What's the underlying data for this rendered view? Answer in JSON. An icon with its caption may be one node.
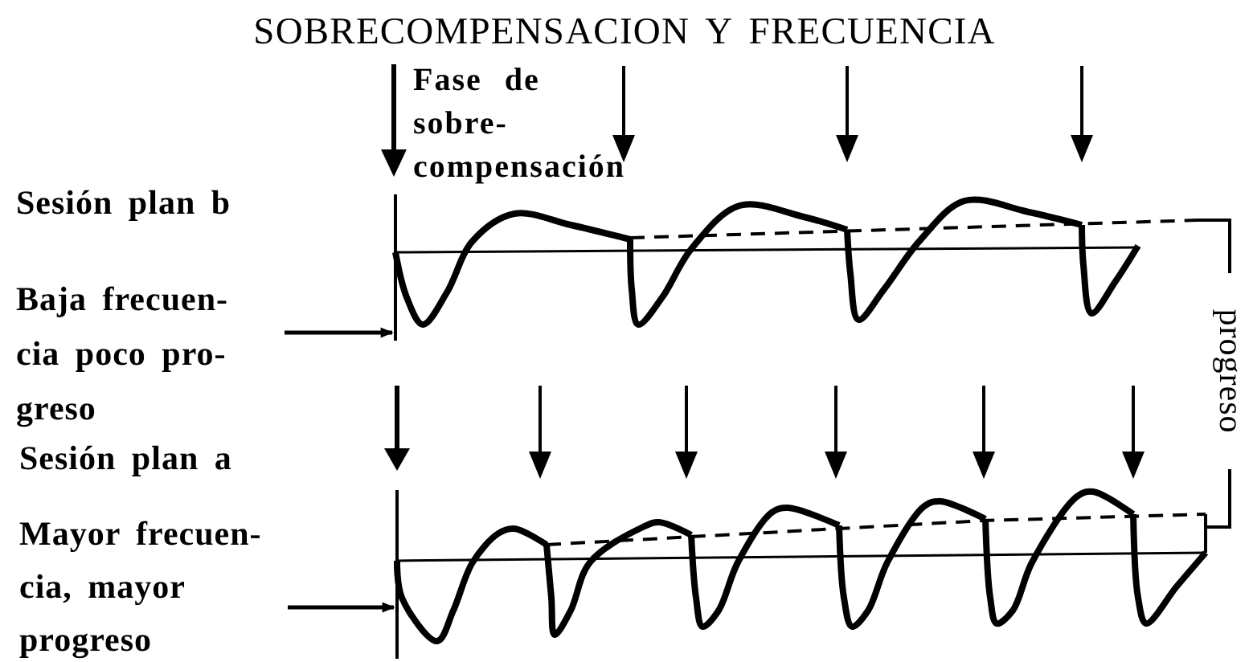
{
  "diagram": {
    "title": "SOBRECOMPENSACION Y FRECUENCIA",
    "nodes": [
      {
        "text": [
          "Baja frecuen- cia poco pro- greso"
        ]
      },
      {
        "text": [
          "Mayor frecuen- cia, mayor progreso"
        ]
      },
      {
        "text": [],
        "shape": "picture"
      },
      {
        "text": [],
        "shape": "picture"
      }
    ],
    "edges": [
      {
        "from": 0,
        "to": 2,
        "arrow": "to"
      },
      {
        "from": 1,
        "to": 3,
        "arrow": "to"
      }
    ],
    "labels": [
      "Fase de sobre- compensación",
      "Sesión plan b",
      "Sesión plan a",
      "progreso"
    ]
  }
}
